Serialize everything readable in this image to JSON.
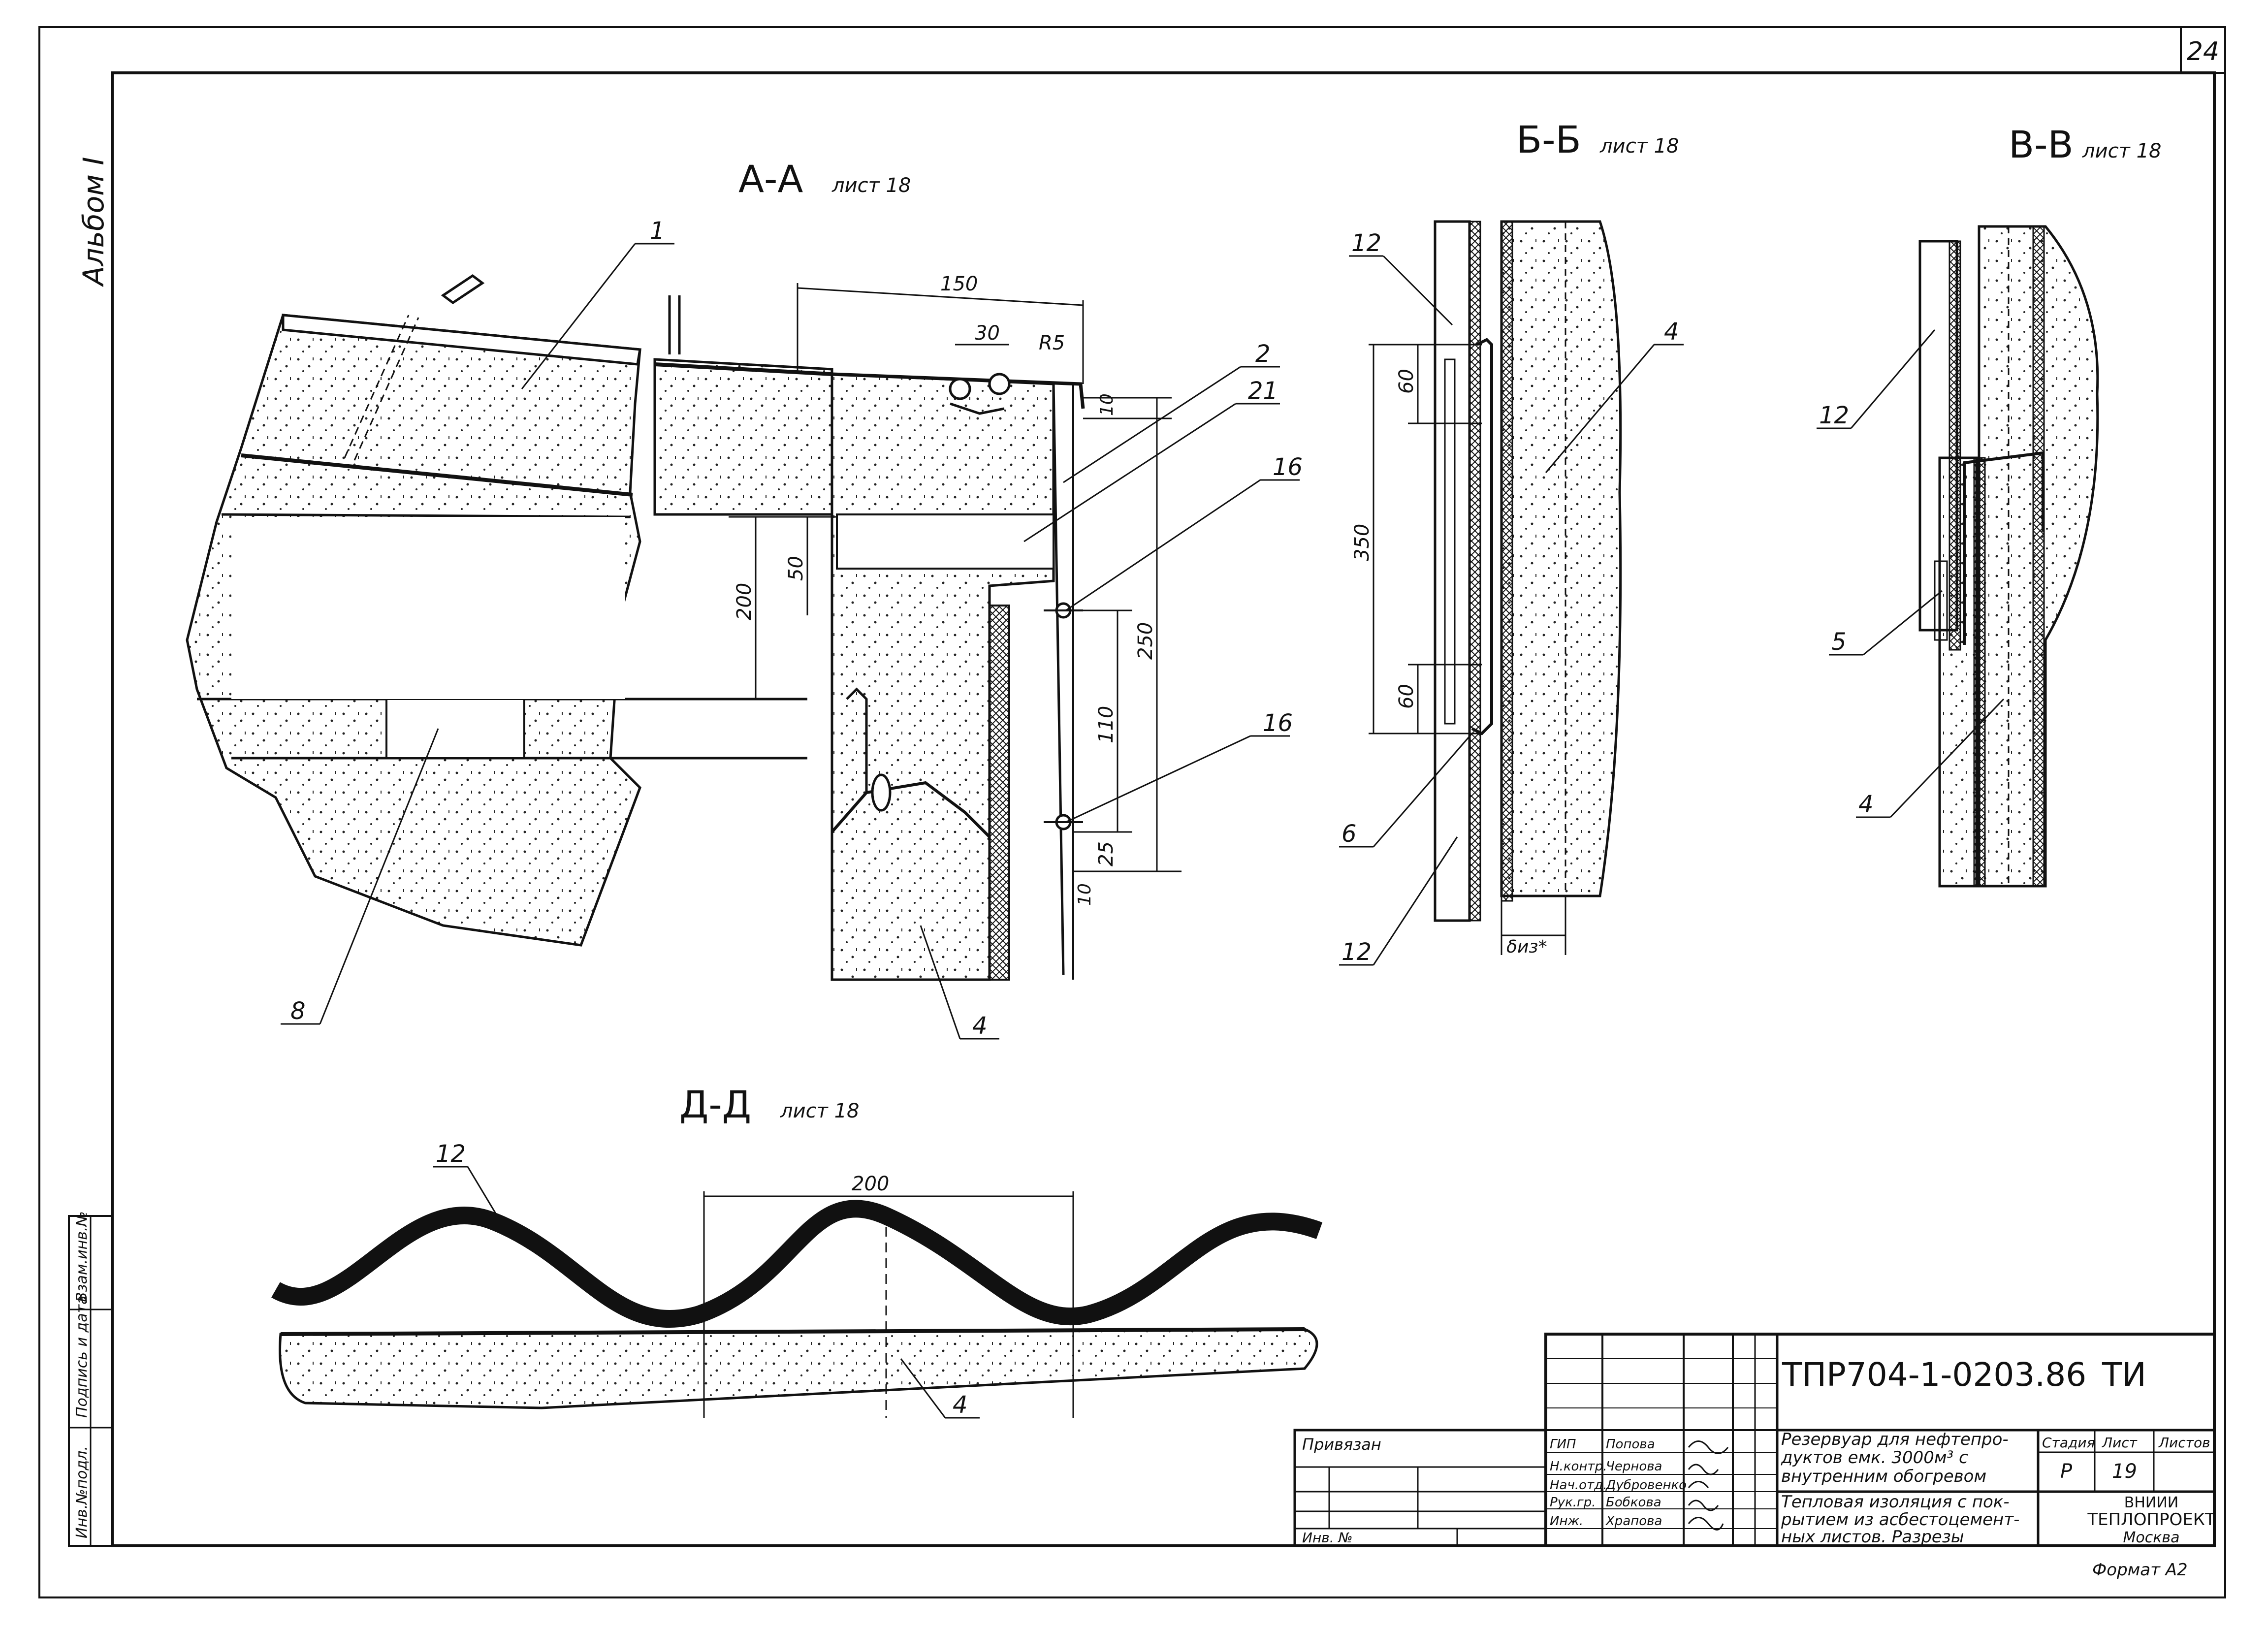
{
  "sheet": {
    "page_number": "24",
    "album": "Альбом I",
    "format": "Формат А2"
  },
  "sections": {
    "aa": {
      "title": "А-А",
      "ref": "лист 18"
    },
    "bb": {
      "title": "Б-Б",
      "ref": "лист 18"
    },
    "vv": {
      "title": "В-В",
      "ref": "лист 18"
    },
    "dd": {
      "title": "Д-Д",
      "ref": "лист 18"
    }
  },
  "dimensions": {
    "aa": [
      "150",
      "30",
      "R5",
      "10",
      "50",
      "200",
      "250",
      "110",
      "25",
      "10"
    ],
    "bb": [
      "60",
      "350",
      "60",
      "δиз*"
    ],
    "dd": [
      "200"
    ]
  },
  "callouts": {
    "aa": [
      "1",
      "2",
      "21",
      "16",
      "16",
      "8",
      "4"
    ],
    "bb": [
      "12",
      "4",
      "6",
      "12"
    ],
    "vv": [
      "12",
      "5",
      "4"
    ],
    "dd": [
      "12",
      "4"
    ]
  },
  "left_strip": [
    "Инв.№подл.",
    "Подпись и дата",
    "Взам.инв.№"
  ],
  "title_block": {
    "code": "ТПР704-1-0203.86",
    "mark": "ТИ",
    "bound_label": "Привязан",
    "inv_label": "Инв. №",
    "object_title": "Резервуар для нефтепро-дуктов емк. 3000м³ с внутренним обогревом",
    "sheet_title": "Тепловая изоляция с пок-рытием из асбестоцемент-ных листов. Разрезы",
    "stage_label": "Стадия",
    "sheet_label": "Лист",
    "sheets_label": "Листов",
    "stage": "Р",
    "sheet": "19",
    "org": [
      "ВНИИИ",
      "ТЕПЛОПРОЕКТ",
      "Москва"
    ],
    "roles": [
      "ГИП",
      "Н.контр.",
      "Нач.отд.",
      "Рук.гр.",
      "Инж."
    ],
    "names": [
      "Попова",
      "Чернова",
      "Дубровенко",
      "Бобкова",
      "Храпова"
    ]
  }
}
